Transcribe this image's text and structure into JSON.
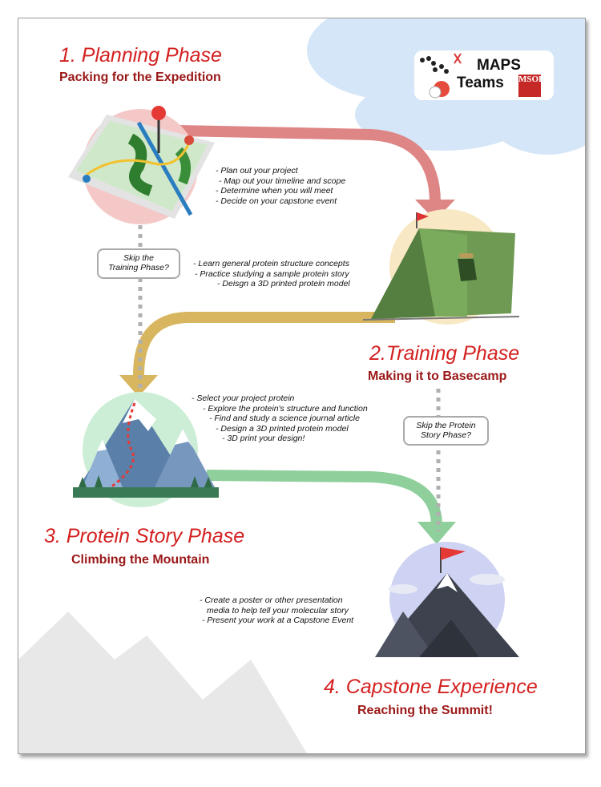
{
  "logo": {
    "line1": "MAPS",
    "line2": "Teams",
    "badge": "MSOE"
  },
  "phases": [
    {
      "title": "1. Planning Phase",
      "subtitle": "Packing for the Expedition",
      "steps": [
        "- Plan out your project",
        "- Map out your timeline and scope",
        "- Determine when you will meet",
        "- Decide on your capstone event"
      ]
    },
    {
      "title": "2.Training Phase",
      "subtitle": "Making it to Basecamp",
      "steps": [
        "- Learn general protein structure concepts",
        "- Practice studying a sample protein story",
        "- Deisgn a 3D printed protein model"
      ]
    },
    {
      "title": "3. Protein Story Phase",
      "subtitle": "Climbing the Mountain",
      "steps": [
        "- Select your project protein",
        "- Explore the protein's structure and function",
        "- Find and study a science journal article",
        "- Design a 3D printed protein model",
        "- 3D print your design!"
      ]
    },
    {
      "title": "4. Capstone Experience",
      "subtitle": "Reaching the Summit!",
      "steps": [
        "- Create a poster or other presentation",
        "media to help tell your molecular story",
        "- Present your work at a Capstone Event"
      ]
    }
  ],
  "skips": [
    {
      "line1": "Skip the",
      "line2": "Training Phase?"
    },
    {
      "line1": "Skip the Protein",
      "line2": "Story Phase?"
    }
  ],
  "colors": {
    "title_red": "#d42020",
    "subtitle_red": "#9b1818",
    "arrow_1": "#de8585",
    "arrow_2": "#d8b660",
    "arrow_3": "#8fcf9c",
    "cloud": "#d4e6f7"
  }
}
